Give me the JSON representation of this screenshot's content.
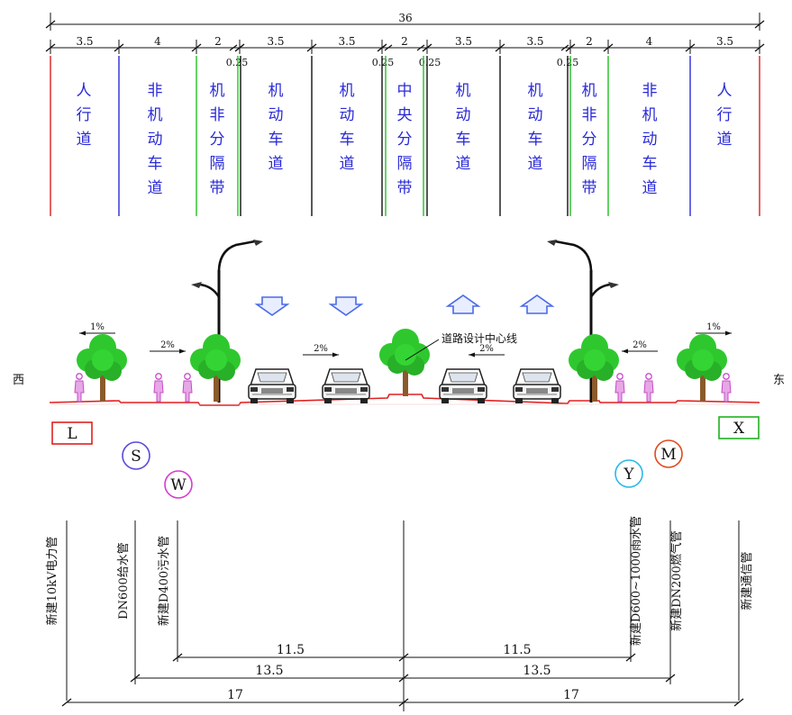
{
  "total_width": "36",
  "top_dims": [
    "3.5",
    "4",
    "2",
    "3.5",
    "3.5",
    "2",
    "3.5",
    "3.5",
    "2",
    "4",
    "3.5"
  ],
  "small_dims": [
    "0.25",
    "0.25",
    "0.25",
    "0.25"
  ],
  "lanes": [
    {
      "label": "人行道",
      "color": "#2a2ad8"
    },
    {
      "label": "非机动车道",
      "color": "#2a2ad8"
    },
    {
      "label": "机非分隔带",
      "color": "#2a2ad8"
    },
    {
      "label": "机动车道",
      "color": "#2a2ad8"
    },
    {
      "label": "机动车道",
      "color": "#2a2ad8"
    },
    {
      "label": "中央分隔带",
      "color": "#2a2ad8"
    },
    {
      "label": "机动车道",
      "color": "#2a2ad8"
    },
    {
      "label": "机动车道",
      "color": "#2a2ad8"
    },
    {
      "label": "机非分隔带",
      "color": "#2a2ad8"
    },
    {
      "label": "非机动车道",
      "color": "#2a2ad8"
    },
    {
      "label": "人行道",
      "color": "#2a2ad8"
    }
  ],
  "slopes": [
    "1%",
    "2%",
    "2%",
    "2%",
    "2%",
    "1%"
  ],
  "centerline_label": "道路设计中心线",
  "west_label": "西",
  "east_label": "东",
  "utility_markers": [
    {
      "letter": "L",
      "color": "#e02020",
      "shape": "box"
    },
    {
      "letter": "S",
      "color": "#5a4ad8",
      "shape": "circle"
    },
    {
      "letter": "W",
      "color": "#d83ad0",
      "shape": "circle"
    },
    {
      "letter": "Y",
      "color": "#2ab8e8",
      "shape": "circle"
    },
    {
      "letter": "M",
      "color": "#e04a20",
      "shape": "circle"
    },
    {
      "letter": "X",
      "color": "#20b020",
      "shape": "box"
    }
  ],
  "pipes": [
    {
      "label": "新建10kV电力管"
    },
    {
      "label": "DN600给水管"
    },
    {
      "label": "新建D400污水管"
    },
    {
      "label": "新建D600~1000雨水管"
    },
    {
      "label": "新建DN200燃气管"
    },
    {
      "label": "新建通信管"
    }
  ],
  "bottom_dims": [
    {
      "left": "11.5",
      "right": "11.5"
    },
    {
      "left": "13.5",
      "right": "13.5"
    },
    {
      "left": "17",
      "right": "17"
    }
  ],
  "colors": {
    "line": "#111111",
    "lane_text": "#2a2ad8",
    "ground": "#e02020",
    "tree": "#2ec82e",
    "arrow": "#4a6ae8",
    "pedestrian": "#c84ac8",
    "green_divider": "#22c022",
    "blue_divider": "#2a2ad8",
    "red_divider": "#d82020"
  }
}
